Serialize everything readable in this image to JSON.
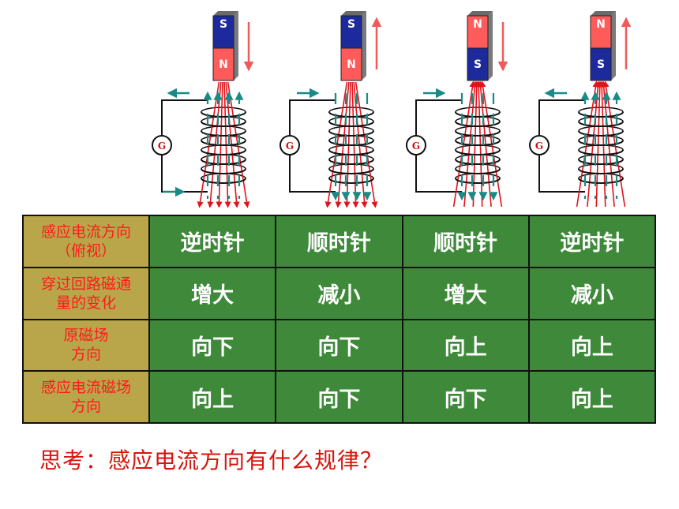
{
  "panels": [
    {
      "top_pole": "S",
      "bottom_pole": "N",
      "motion": "down",
      "current": "ccw"
    },
    {
      "top_pole": "S",
      "bottom_pole": "N",
      "motion": "up",
      "current": "cw"
    },
    {
      "top_pole": "N",
      "bottom_pole": "S",
      "motion": "down",
      "current": "cw"
    },
    {
      "top_pole": "N",
      "bottom_pole": "S",
      "motion": "up",
      "current": "ccw"
    }
  ],
  "galvanometer_label": "G",
  "colors": {
    "north": "#ff5b5b",
    "south": "#1c2a9c",
    "field_line": "#e3121b",
    "induced_arrow": "#1a8a86",
    "motion_arrow": "#f05a5a",
    "coil": "#111111",
    "header_bg": "#b9a64a",
    "cell_bg": "#3f8a3a"
  },
  "table": {
    "rows": [
      {
        "header": [
          "感应电流方向",
          "（俯视）"
        ],
        "cells": [
          "逆时针",
          "顺时针",
          "顺时针",
          "逆时针"
        ]
      },
      {
        "header": [
          "穿过回路磁通",
          "量的变化"
        ],
        "cells": [
          "增大",
          "减小",
          "增大",
          "减小"
        ]
      },
      {
        "header": [
          "原磁场",
          "方向"
        ],
        "cells": [
          "向下",
          "向下",
          "向上",
          "向上"
        ]
      },
      {
        "header": [
          "感应电流磁场",
          "方向"
        ],
        "cells": [
          "向上",
          "向下",
          "向下",
          "向上"
        ]
      }
    ]
  },
  "question": "思考：感应电流方向有什么规律？"
}
